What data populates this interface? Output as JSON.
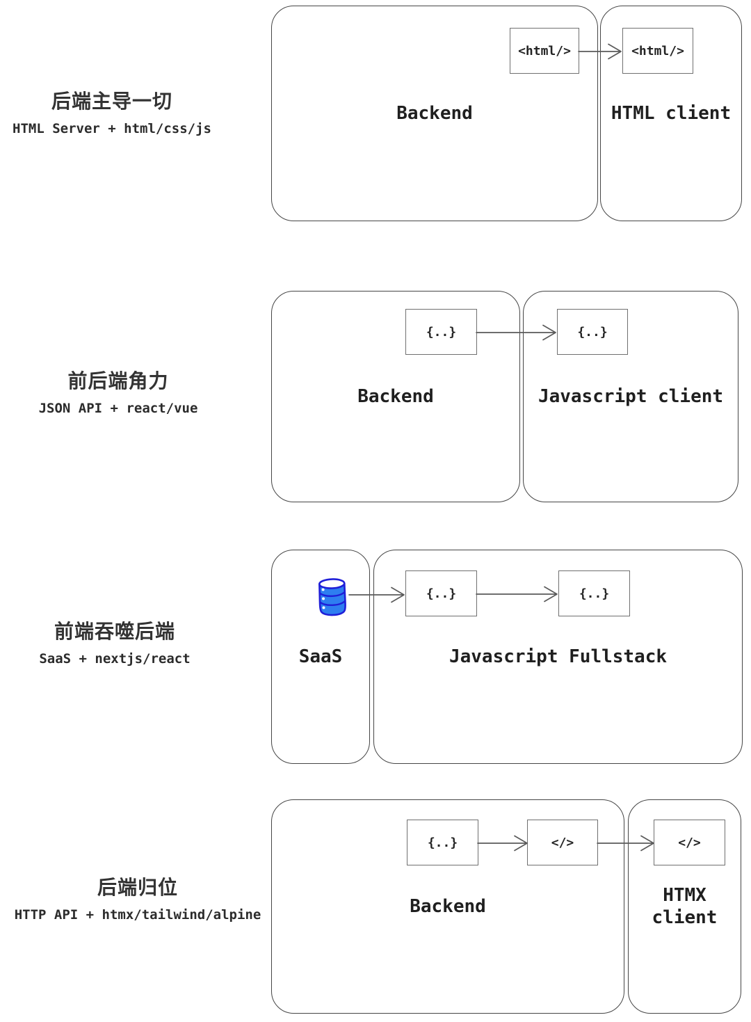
{
  "rows": [
    {
      "heading": "后端主导一切",
      "subtitle": "HTML Server + html/css/js",
      "main_label": "Backend",
      "client_label": "HTML client",
      "chips": [
        "<html/>",
        "<html/>"
      ]
    },
    {
      "heading": "前后端角力",
      "subtitle": "JSON API + react/vue",
      "main_label": "Backend",
      "client_label": "Javascript client",
      "chips": [
        "{..}",
        "{..}"
      ]
    },
    {
      "heading": "前端吞噬后端",
      "subtitle": "SaaS + nextjs/react",
      "main_label": "SaaS",
      "client_label": "Javascript Fullstack",
      "chips": [
        "{..}",
        "{..}"
      ],
      "icon": "database-icon"
    },
    {
      "heading": "后端归位",
      "subtitle": "HTTP API + htmx/tailwind/alpine",
      "main_label": "Backend",
      "client_label": "HTMX client",
      "chips": [
        "{..}",
        "</>",
        "</>"
      ]
    }
  ],
  "colors": {
    "ink": "#2a2a2a",
    "box_border": "#454545",
    "chip_border": "#6f6f6f",
    "arrow": "#5a5a5a",
    "database_fill": "#2e7ef0",
    "database_outline": "#1f1fd8",
    "background": "#ffffff"
  }
}
